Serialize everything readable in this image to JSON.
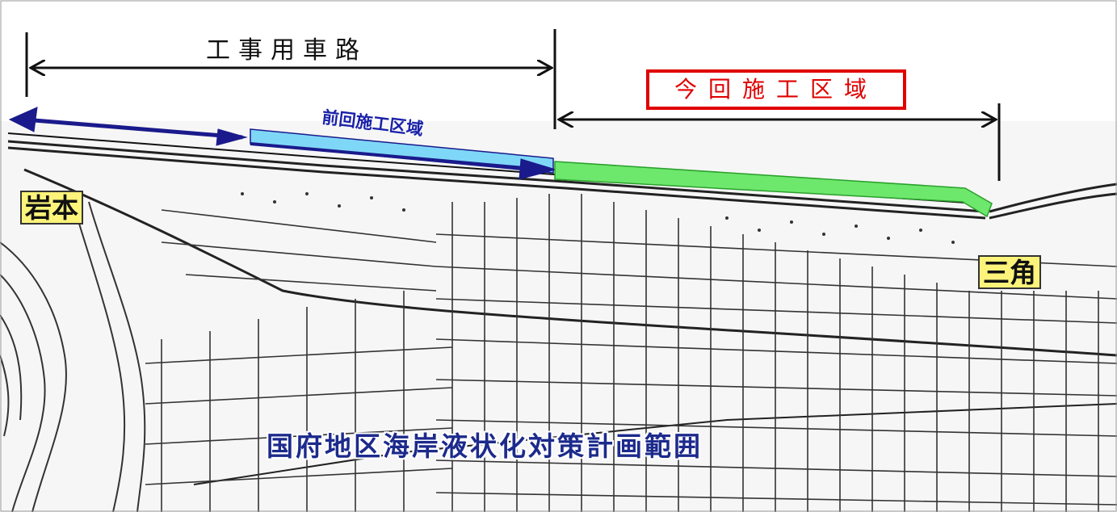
{
  "labels": {
    "construction_road": "工事用車路",
    "current_work_area": "今回施工区域",
    "previous_work_area": "前回施工区域",
    "plan_area": "国府地区海岸液状化対策計画範囲"
  },
  "places": {
    "west": "岩本",
    "east": "三角"
  },
  "colors": {
    "current_area": "#6de86d",
    "previous_area": "#7fd7f7",
    "previous_arrow": "#1a1a8c",
    "current_label": "#e00000",
    "place_label_bg": "#fbf37a",
    "plan_label": "#1c2a8c"
  }
}
